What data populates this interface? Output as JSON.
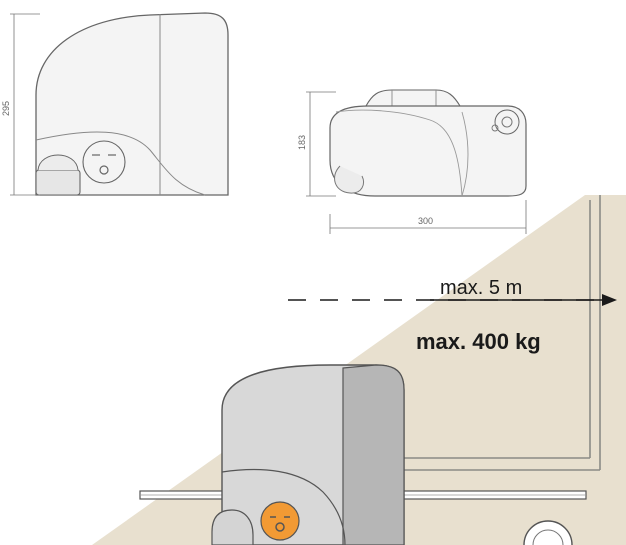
{
  "dimensions": {
    "height_side": "295",
    "height_top": "183",
    "width_top": "300"
  },
  "gate": {
    "max_length": "max. 5 m",
    "max_weight": "max. 400 kg"
  },
  "colors": {
    "background": "#ffffff",
    "wall": "#e8e0cf",
    "gate_line": "#8a8a86",
    "motor_light": "#d8d8d8",
    "motor_dark": "#b6b6b6",
    "release_knob": "#f29a34",
    "outline": "#555555"
  }
}
